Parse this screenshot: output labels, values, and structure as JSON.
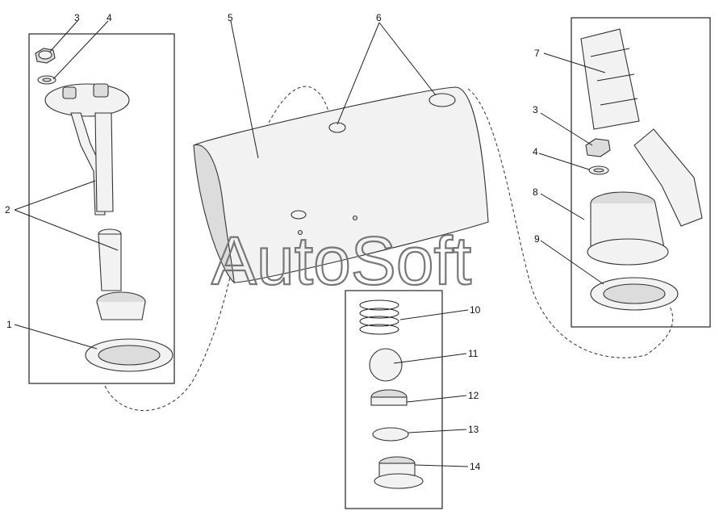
{
  "watermark": "AutoSoft",
  "callouts": {
    "c1": "1",
    "c2": "2",
    "c3a": "3",
    "c4a": "4",
    "c5": "5",
    "c6": "6",
    "c7": "7",
    "c3b": "3",
    "c4b": "4",
    "c8": "8",
    "c9": "9",
    "c10": "10",
    "c11": "11",
    "c12": "12",
    "c13": "13",
    "c14": "14"
  }
}
